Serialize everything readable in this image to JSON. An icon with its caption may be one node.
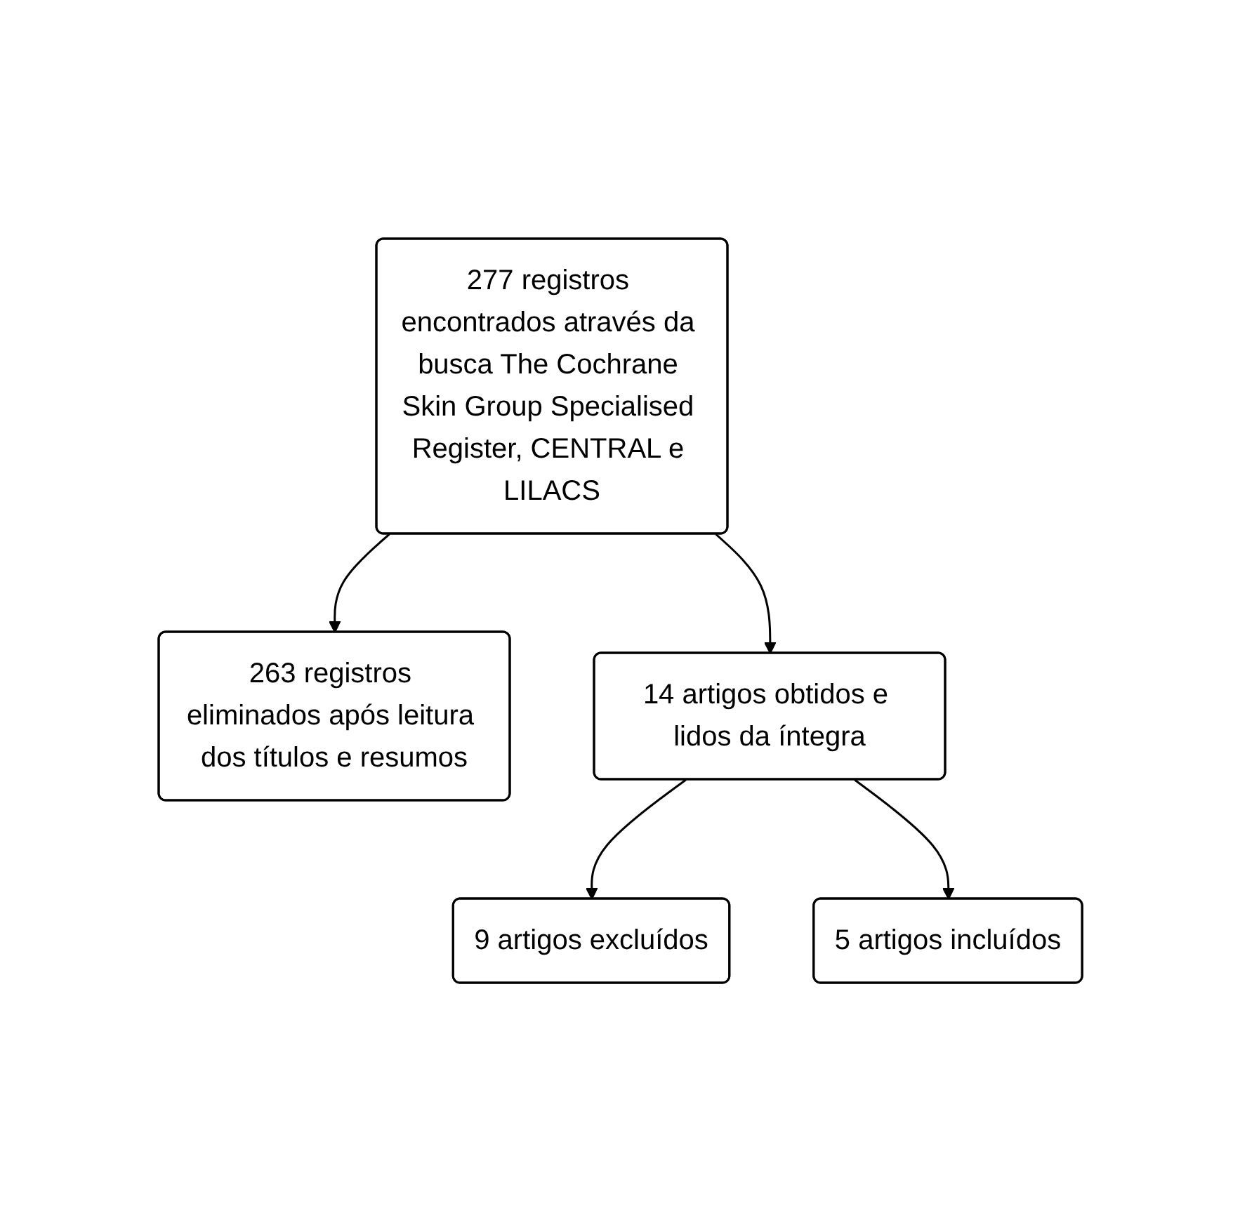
{
  "diagram": {
    "nodes": [
      {
        "text": [
          "277 registros encontrados através da busca The Cochrane Skin Group Specialised Register, CENTRAL e LILACS"
        ]
      },
      {
        "text": [
          "263 registros eliminados após leitura dos títulos e resumos"
        ]
      },
      {
        "text": [
          "14 artigos obtidos e lidos da íntegra"
        ]
      },
      {
        "text": [
          "9 artigos excluídos"
        ]
      },
      {
        "text": [
          "5 artigos incluídos"
        ]
      }
    ],
    "edges": [
      {
        "from": 0,
        "to": 1,
        "arrow": "to"
      },
      {
        "from": 0,
        "to": 2,
        "arrow": "to"
      },
      {
        "from": 2,
        "to": 3,
        "arrow": "to"
      },
      {
        "from": 2,
        "to": 4,
        "arrow": "to"
      }
    ]
  }
}
